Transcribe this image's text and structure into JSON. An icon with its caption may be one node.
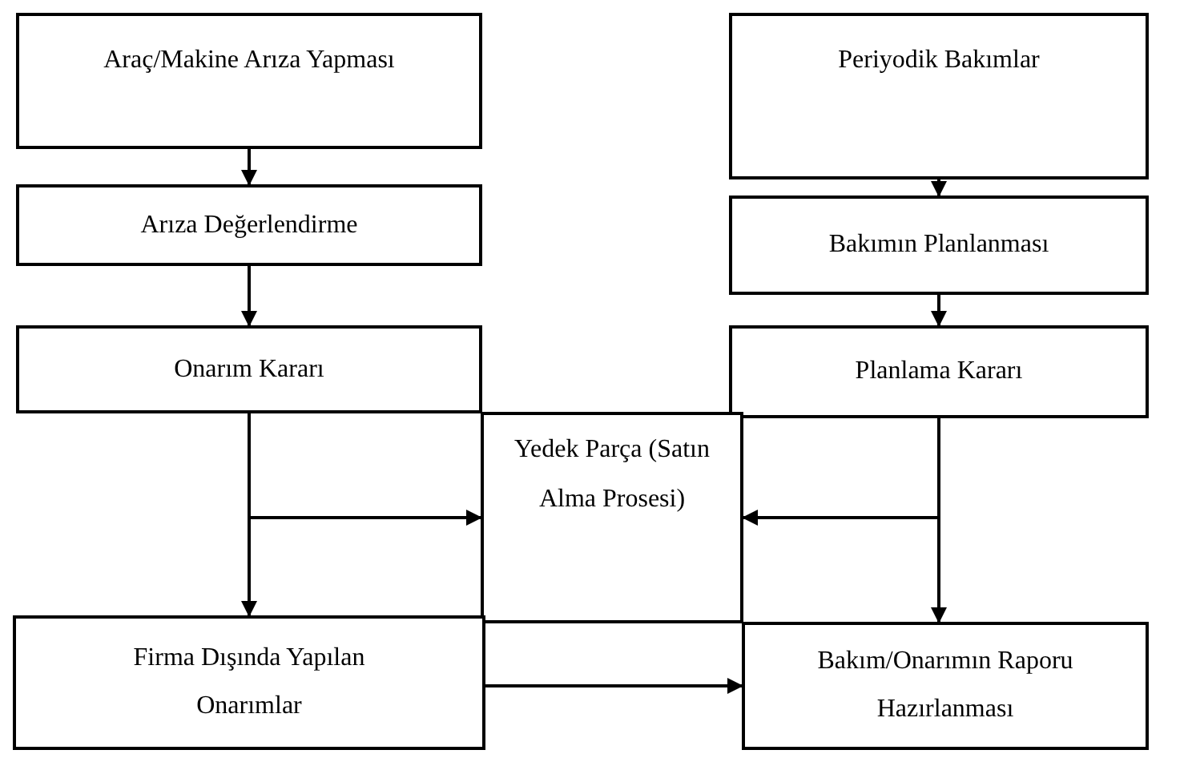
{
  "diagram": {
    "nodes": [
      {
        "text": [
          "Araç/Makine Arıza Yapması"
        ]
      },
      {
        "text": [
          "Periyodik Bakımlar"
        ]
      },
      {
        "text": [
          "Arıza Değerlendirme"
        ]
      },
      {
        "text": [
          "Bakımın Planlanması"
        ]
      },
      {
        "text": [
          "Onarım Kararı"
        ]
      },
      {
        "text": [
          "Planlama Kararı"
        ]
      },
      {
        "text": [
          "Yedek Parça (Satın Alma Prosesi)"
        ]
      },
      {
        "text": [
          "Firma Dışında Yapılan Onarımlar"
        ]
      },
      {
        "text": [
          "Bakım/Onarımın Raporu Hazırlanması"
        ]
      }
    ],
    "edges": [
      {
        "from": 0,
        "to": 2,
        "arrow": "to"
      },
      {
        "from": 2,
        "to": 4,
        "arrow": "to"
      },
      {
        "from": 4,
        "to": 7,
        "arrow": "to"
      },
      {
        "from": 4,
        "to": 6,
        "arrow": "to"
      },
      {
        "from": 1,
        "to": 3,
        "arrow": "to"
      },
      {
        "from": 3,
        "to": 5,
        "arrow": "to"
      },
      {
        "from": 5,
        "to": 8,
        "arrow": "to"
      },
      {
        "from": 5,
        "to": 6,
        "arrow": "to"
      },
      {
        "from": 7,
        "to": 8,
        "arrow": "to"
      }
    ]
  }
}
